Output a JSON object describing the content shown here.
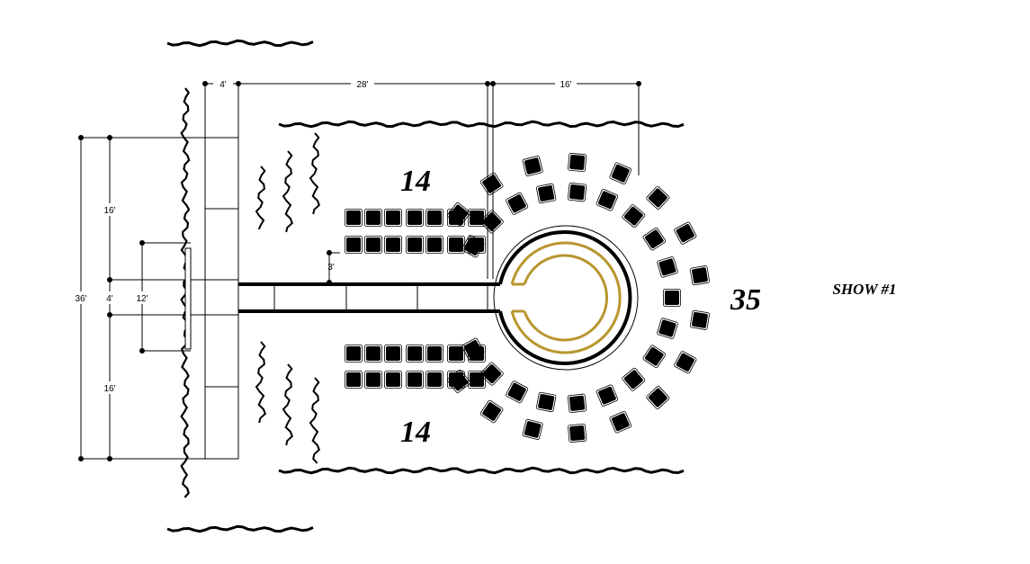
{
  "show_title": "SHOW #1",
  "seat_counts": {
    "top_left": "14",
    "bottom_left": "14",
    "right": "35"
  },
  "dimensions": {
    "horizontal": {
      "edge": "4'",
      "runway": "28'",
      "stage": "16'"
    },
    "vertical": {
      "total": "36'",
      "upper": "16'",
      "middle": "4'",
      "lower": "16'",
      "screen": "12'",
      "runway_width": "3'"
    }
  },
  "colors": {
    "line": "#000000",
    "stage_ring": "#b8962e",
    "seat": "#000000",
    "background": "#ffffff"
  }
}
